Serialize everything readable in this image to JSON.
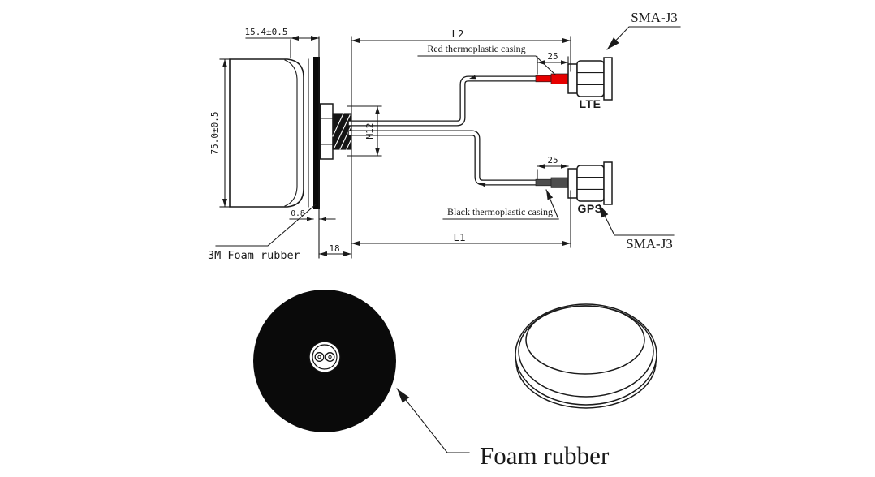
{
  "dims": {
    "cap_width": "15.4±0.5",
    "body_height": "75.0±0.5",
    "mount_length": "18",
    "foam_thickness": "0.8",
    "l2": "L2",
    "l1": "L1",
    "casing_len_top": "25",
    "casing_len_bottom": "25",
    "thread_size": "M12"
  },
  "labels": {
    "connector_top": "SMA-J3",
    "connector_bottom": "SMA-J3",
    "port_top": "LTE",
    "port_bottom": "GPS",
    "casing_top": "Red thermoplastic casing",
    "casing_bottom": "Black thermoplastic casing",
    "foam_side": "3M Foam rubber",
    "foam_bottom": "Foam rubber"
  },
  "colors": {
    "line": "#1a1a1a",
    "red_casing": "#e60000",
    "black_casing": "#4d4d4d",
    "foam_fill": "#0a0a0a"
  }
}
